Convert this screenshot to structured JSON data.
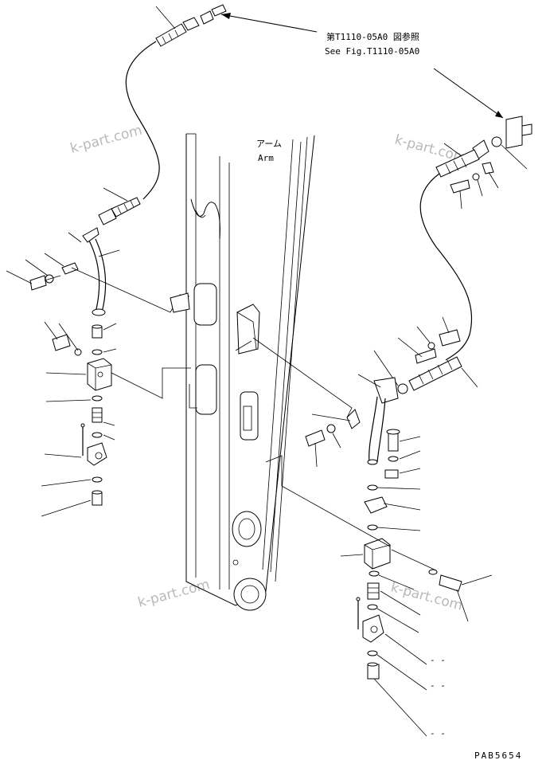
{
  "reference": {
    "jp": "第T1110-05A0 図参照",
    "en": "See Fig.T1110-05A0"
  },
  "arm_label": {
    "jp": "アーム",
    "en": "Arm"
  },
  "watermark": "k-part.com",
  "part_number_placeholders": [
    "- -",
    "- -",
    "- -"
  ],
  "drawing_code": "PAB5654"
}
